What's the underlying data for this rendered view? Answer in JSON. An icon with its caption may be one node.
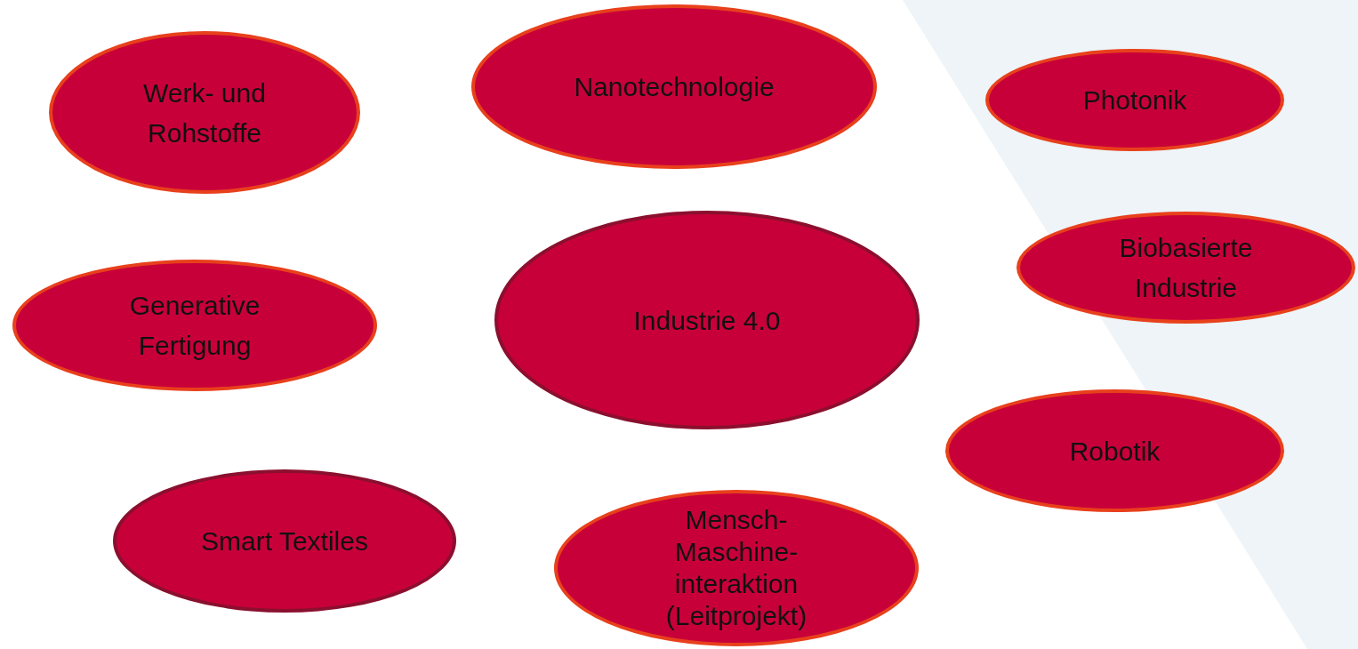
{
  "diagram": {
    "nodes": [
      {
        "text": [
          "Werk- und Rohstoffe"
        ]
      },
      {
        "text": [
          "Nanotechnologie"
        ]
      },
      {
        "text": [
          "Photonik"
        ]
      },
      {
        "text": [
          "Generative Fertigung"
        ]
      },
      {
        "text": [
          "Industrie 4.0"
        ]
      },
      {
        "text": [
          "Biobasierte Industrie"
        ]
      },
      {
        "text": [
          "Robotik"
        ]
      },
      {
        "text": [
          "Smart Textiles"
        ]
      },
      {
        "text": [
          "Mensch-Maschine-interaktion (Leitprojekt)"
        ]
      }
    ]
  }
}
